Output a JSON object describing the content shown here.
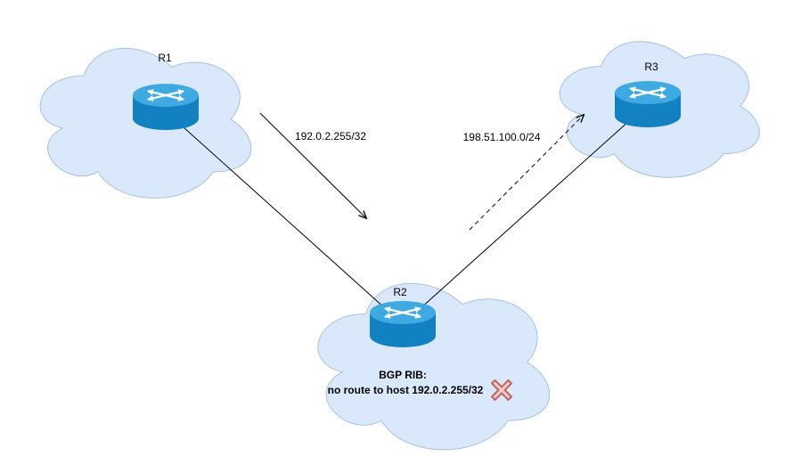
{
  "diagram": {
    "nodes": {
      "r1": {
        "label": "R1"
      },
      "r2": {
        "label": "R2"
      },
      "r3": {
        "label": "R3"
      }
    },
    "edge_labels": {
      "route_192": "192.0.2.255/32",
      "route_198": "198.51.100.0/24"
    },
    "annotation": {
      "heading": "BGP RIB:",
      "detail": "no route to host 192.0.2.255/32"
    },
    "colors": {
      "cloud_fill": "#dae8fb",
      "cloud_stroke": "#a6c1e0",
      "router_top": "#3fa9e1",
      "router_body": "#1181c2",
      "router_arrow": "#ffffff",
      "edge": "#000000",
      "error_x_fill": "#f8cecc",
      "error_x_stroke": "#c4625f",
      "text": "#000000"
    }
  }
}
